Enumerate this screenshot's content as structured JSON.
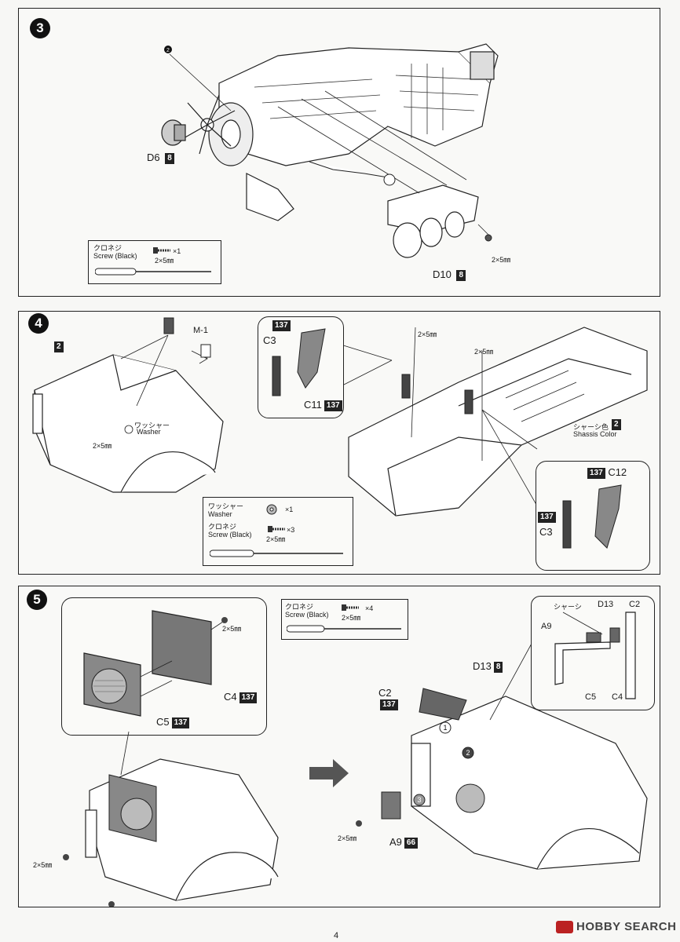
{
  "page_number": "4",
  "watermark": "HOBBY SEARCH",
  "step3": {
    "number": "3",
    "part_main": "2",
    "d6": "D6",
    "d6_color": "8",
    "d10": "D10",
    "d10_color": "8",
    "screw_size": "2×5㎜",
    "legend": {
      "name_jp": "クロネジ",
      "name_en": "Screw (Black)",
      "qty": "×1",
      "size": "2×5㎜"
    }
  },
  "step4": {
    "number": "4",
    "chassis_part": "2",
    "m1": "M-1",
    "washer_jp": "ワッシャー",
    "washer_en": "Washer",
    "screw_size": "2×5㎜",
    "callout_left": {
      "color": "137",
      "c3": "C3",
      "c11": "C11",
      "c11_color": "137"
    },
    "callout_right": {
      "color_top": "137",
      "c12": "C12",
      "color_left": "137",
      "c3": "C3"
    },
    "chassis_color_jp": "シャーシ色",
    "chassis_color_en": "Shassis Color",
    "chassis_color_num": "2",
    "legend": {
      "washer_jp": "ワッシャー",
      "washer_en": "Washer",
      "washer_qty": "×1",
      "screw_jp": "クロネジ",
      "screw_en": "Screw (Black)",
      "screw_qty": "×3",
      "screw_size": "2×5㎜"
    }
  },
  "step5": {
    "number": "5",
    "c4": "C4",
    "c4_color": "137",
    "c5": "C5",
    "c5_color": "137",
    "screw_size": "2×5㎜",
    "legend": {
      "name_jp": "クロネジ",
      "name_en": "Screw (Black)",
      "qty": "×4",
      "size": "2×5㎜"
    },
    "d13": "D13",
    "d13_color": "8",
    "c2": "C2",
    "c2_color": "137",
    "a9": "A9",
    "a9_color": "66",
    "order": [
      "1",
      "2",
      "3"
    ],
    "detail": {
      "chassis_jp": "シャーシ",
      "d13": "D13",
      "c2": "C2",
      "a9": "A9",
      "c5": "C5",
      "c4": "C4"
    }
  }
}
